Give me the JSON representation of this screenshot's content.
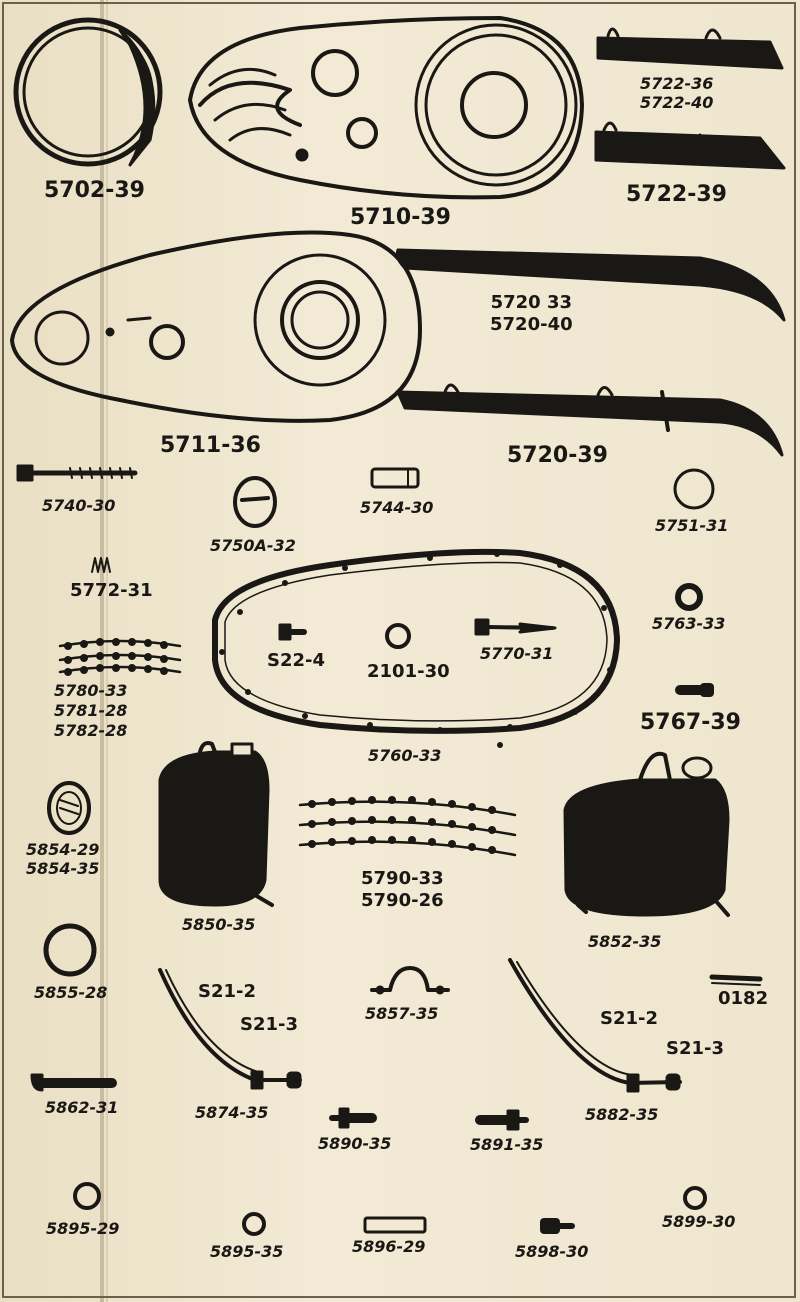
{
  "parts": {
    "p5702_39": "5702-39",
    "p5710_39": "5710-39",
    "p5722_36": "5722-36",
    "p5722_40": "5722-40",
    "p5722_39": "5722-39",
    "p5720_33": "5720 33",
    "p5720_40": "5720-40",
    "p5711_36": "5711-36",
    "p5720_39": "5720-39",
    "p5740_30": "5740-30",
    "p5750a_32": "5750A-32",
    "p5744_30": "5744-30",
    "p5751_31": "5751-31",
    "p5772_31": "5772-31",
    "p5763_33": "5763-33",
    "p522_4": "S22-4",
    "p2101_30": "2101-30",
    "p5770_31": "5770-31",
    "p5780_33": "5780-33",
    "p5781_28": "5781-28",
    "p5782_28": "5782-28",
    "p5767_39": "5767-39",
    "p5760_33": "5760-33",
    "p5854_29": "5854-29",
    "p5854_35": "5854-35",
    "p5790_33": "5790-33",
    "p5790_26": "5790-26",
    "p5850_35": "5850-35",
    "p5852_35": "5852-35",
    "p5855_28": "5855-28",
    "p521_2_a": "S21-2",
    "p521_3_a": "S21-3",
    "p5857_35": "5857-35",
    "p0182": "0182",
    "p521_2_b": "S21-2",
    "p521_3_b": "S21-3",
    "p5862_31": "5862-31",
    "p5874_35": "5874-35",
    "p5882_35": "5882-35",
    "p5890_35": "5890-35",
    "p5891_35": "5891-35",
    "p5895_29": "5895-29",
    "p5895_35": "5895-35",
    "p5896_29": "5896-29",
    "p5898_30": "5898-30",
    "p5899_30": "5899-30"
  },
  "colors": {
    "ink": "#1a1814",
    "paper": "#efe6cf",
    "fold": "#6b5f4e"
  }
}
